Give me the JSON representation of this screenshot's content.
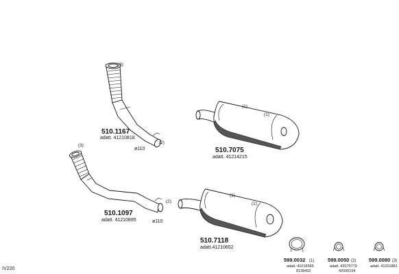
{
  "page_code": "IV220",
  "parts": [
    {
      "number": "510.1167",
      "adapt": "adatt. 41210818",
      "diameter": "ø110",
      "callouts": [
        "(3)",
        "(2)"
      ]
    },
    {
      "number": "510.1097",
      "adapt": "adatt. 41210895",
      "diameter": "ø110",
      "callouts": [
        "(3)",
        "(2)"
      ]
    },
    {
      "number": "510.7075",
      "adapt": "adatt. 41214215",
      "callouts": [
        "(1)",
        "(1)"
      ]
    },
    {
      "number": "510.7118",
      "adapt": "adatt.41210652",
      "callouts": [
        "(1)",
        "(1)"
      ]
    }
  ],
  "accessories": [
    {
      "number": "599.0032",
      "count": "(1)",
      "adapt_lines": [
        "adatt. 41016565",
        "8138432"
      ]
    },
    {
      "number": "599.0050",
      "count": "(2)",
      "adapt_lines": [
        "adatt. 42075779",
        "42090154"
      ]
    },
    {
      "number": "599.0080",
      "count": "(3)",
      "adapt_lines": [
        "adatt. 41201881"
      ]
    }
  ]
}
